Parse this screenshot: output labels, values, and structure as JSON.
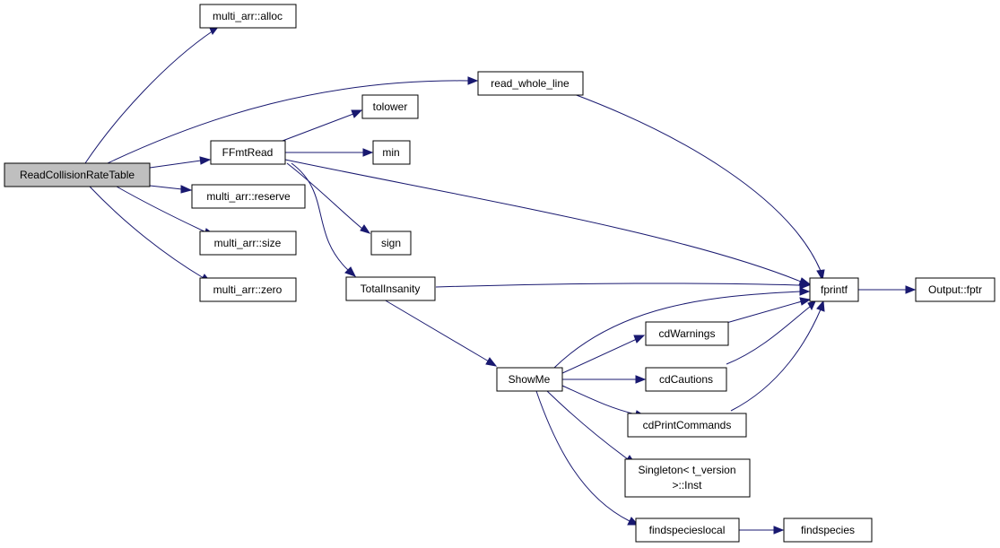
{
  "colors": {
    "edge": "#191970",
    "root_fill": "#bfbfbf",
    "node_fill": "#ffffff",
    "node_border": "#000000"
  },
  "nodes": {
    "read_collision_rate_table": "ReadCollisionRateTable",
    "multi_arr_alloc": "multi_arr::alloc",
    "read_whole_line": "read_whole_line",
    "tolower": "tolower",
    "ffmt_read": "FFmtRead",
    "min": "min",
    "multi_arr_reserve": "multi_arr::reserve",
    "sign": "sign",
    "multi_arr_size": "multi_arr::size",
    "multi_arr_zero": "multi_arr::zero",
    "total_insanity": "TotalInsanity",
    "fprintf": "fprintf",
    "output_fptr": "Output::fptr",
    "cd_warnings": "cdWarnings",
    "show_me": "ShowMe",
    "cd_cautions": "cdCautions",
    "cd_print_commands": "cdPrintCommands",
    "singleton_inst_line1": "Singleton< t_version",
    "singleton_inst_line2": ">::Inst",
    "findspecieslocal": "findspecieslocal",
    "findspecies": "findspecies"
  },
  "edges": [
    {
      "from": "read_collision_rate_table",
      "to": "multi_arr_alloc"
    },
    {
      "from": "read_collision_rate_table",
      "to": "read_whole_line"
    },
    {
      "from": "read_collision_rate_table",
      "to": "ffmt_read"
    },
    {
      "from": "read_collision_rate_table",
      "to": "multi_arr_reserve"
    },
    {
      "from": "read_collision_rate_table",
      "to": "multi_arr_size"
    },
    {
      "from": "read_collision_rate_table",
      "to": "multi_arr_zero"
    },
    {
      "from": "read_whole_line",
      "to": "fprintf"
    },
    {
      "from": "ffmt_read",
      "to": "tolower"
    },
    {
      "from": "ffmt_read",
      "to": "min"
    },
    {
      "from": "ffmt_read",
      "to": "sign"
    },
    {
      "from": "ffmt_read",
      "to": "total_insanity"
    },
    {
      "from": "ffmt_read",
      "to": "fprintf"
    },
    {
      "from": "total_insanity",
      "to": "fprintf"
    },
    {
      "from": "total_insanity",
      "to": "show_me"
    },
    {
      "from": "fprintf",
      "to": "output_fptr"
    },
    {
      "from": "show_me",
      "to": "fprintf"
    },
    {
      "from": "show_me",
      "to": "cd_warnings"
    },
    {
      "from": "show_me",
      "to": "cd_cautions"
    },
    {
      "from": "show_me",
      "to": "cd_print_commands"
    },
    {
      "from": "show_me",
      "to": "singleton_inst"
    },
    {
      "from": "show_me",
      "to": "findspecieslocal"
    },
    {
      "from": "cd_warnings",
      "to": "fprintf"
    },
    {
      "from": "cd_cautions",
      "to": "fprintf"
    },
    {
      "from": "cd_print_commands",
      "to": "fprintf"
    },
    {
      "from": "findspecieslocal",
      "to": "findspecies"
    }
  ]
}
